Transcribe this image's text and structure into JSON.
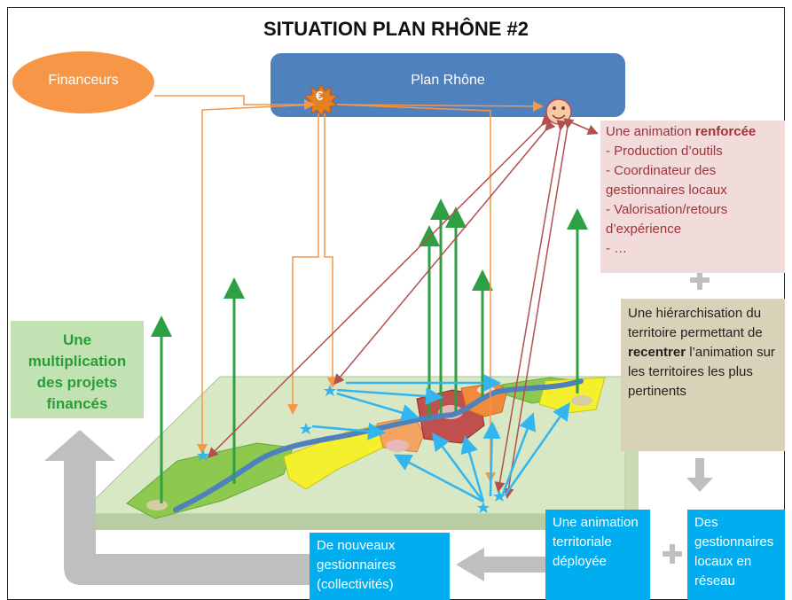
{
  "title": "SITUATION PLAN RHÔNE #2",
  "financeurs": "Financeurs",
  "plan_rhone": "Plan Rhône",
  "euro_symbol": "€",
  "animation": {
    "prefix": "Une animation ",
    "highlight": "renforcée",
    "items": [
      "- Production d’outils",
      "- Coordinateur des",
      "gestionnaires locaux",
      "- Valorisation/retours",
      "d’expérience",
      "- …"
    ]
  },
  "hierarchisation": {
    "line1": "Une hiérarchisation du territoire permettant de",
    "highlight": "recentrer",
    "line2": "l’animation sur les territoires les plus pertinents"
  },
  "multiplication": "Une multiplication des projets financés",
  "nouveaux": "De nouveaux gestionnaires (collectivités)",
  "animation_territoriale": "Une animation territoriale déployée",
  "gestionnaires_reseau": "Des gestionnaires locaux en réseau",
  "colors": {
    "orange": "#f79646",
    "blue_header": "#4f81bd",
    "green_line": "#2ea043",
    "light_blue": "#33b5ef",
    "brown_arrow": "#b0504f",
    "plate": "#d8e8c4"
  }
}
